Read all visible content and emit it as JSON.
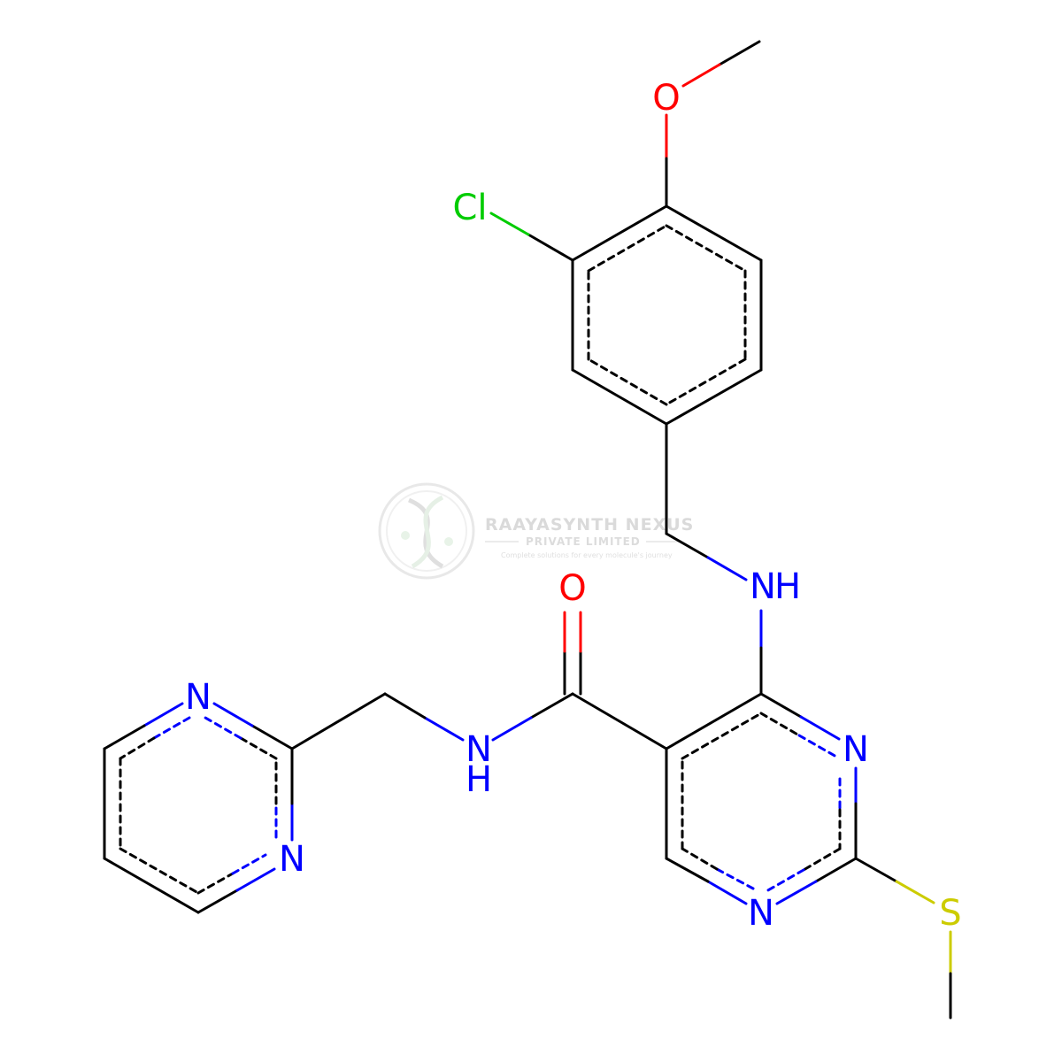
{
  "colors": {
    "carbon_bond": "#000000",
    "nitrogen": "#0000ff",
    "oxygen": "#ff0000",
    "chlorine": "#00cc00",
    "sulfur": "#cccc00",
    "background": "#ffffff",
    "watermark": "#d4d4d4"
  },
  "atoms": {
    "methoxy_o": "O",
    "chloro": "Cl",
    "amine_n": "N",
    "amine_h": "H",
    "carbonyl_o": "O",
    "amide_n": "N",
    "amide_h": "H",
    "pyrimidine_n3": "N",
    "pyrimidine_n1": "N",
    "thio_s": "S",
    "pyrimidinyl_n1": "N",
    "pyrimidinyl_n3": "N"
  },
  "watermark": {
    "company": "RAAYASYNTH NEXUS",
    "subtitle": "PRIVATE LIMITED",
    "tagline": "Complete solutions for every molecule's journey",
    "logo_icon": "dna-helix-logo-icon"
  }
}
